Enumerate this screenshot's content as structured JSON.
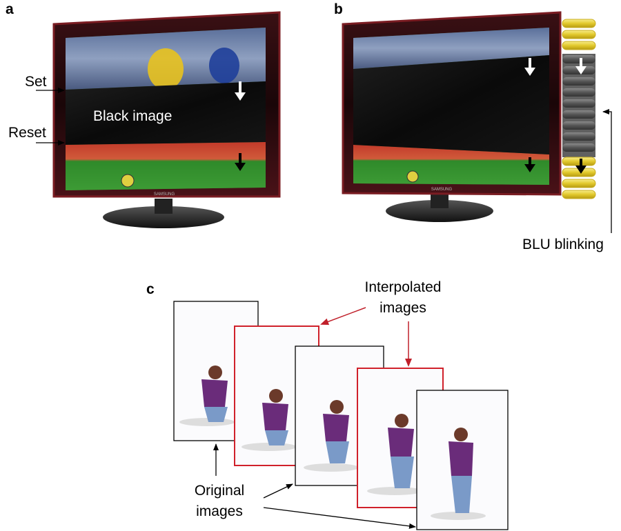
{
  "panels": {
    "a": {
      "letter": "a",
      "set_label": "Set",
      "reset_label": "Reset",
      "black_image_label": "Black image",
      "brand": "SAMSUNG"
    },
    "b": {
      "letter": "b",
      "blu_label": "BLU blinking",
      "brand": "SAMSUNG"
    },
    "c": {
      "letter": "c",
      "interpolated_label_line1": "Interpolated",
      "interpolated_label_line2": "images",
      "original_label_line1": "Original",
      "original_label_line2": "images"
    }
  },
  "colors": {
    "tv_bezel": "#2a0d0f",
    "tv_bezel_edge": "#7a1c22",
    "black_band": "#111111",
    "field_green": "#2f8a2a",
    "crowd": "#6b84b0",
    "blu_lit": "#e8d33a",
    "blu_dark": "#555555",
    "interpolated_frame": "#d0202a",
    "original_frame": "#000000",
    "arrow_red": "#c0202a"
  },
  "icons": {
    "arrow_down_white": "arrow-down-icon",
    "arrow_down_black": "arrow-down-icon",
    "arrow_right": "arrow-right-icon"
  }
}
